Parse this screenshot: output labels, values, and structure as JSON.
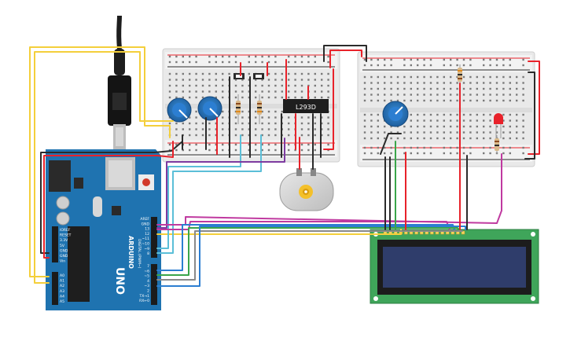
{
  "colors": {
    "arduino": "#1f73b0",
    "breadboard": "#e9e9e9",
    "wire_yellow": "#f4cf3b",
    "wire_black": "#2b2b2b",
    "wire_red": "#e8222a",
    "wire_cyan": "#5bbfd8",
    "wire_magenta": "#c03aa0",
    "wire_blue": "#2c7ed1",
    "wire_green": "#3aa54a",
    "wire_gray": "#8a8a8a",
    "lcd_pcb": "#3fa55a",
    "lcd_screen": "#2f3d6b"
  },
  "arduino": {
    "model": "UNO",
    "brand": "ARDUINO",
    "header_top": [
      "AREF",
      "GND",
      "13",
      "12",
      "~11",
      "~10",
      "~9",
      "8"
    ],
    "header_mid": [
      "7",
      "~6",
      "~5",
      "4",
      "~3",
      "2",
      "TX→1",
      "RX←0"
    ],
    "digital_label": "DIGITAL (PWM~)",
    "power_pins": [
      "IOREF",
      "RESET",
      "3.3V",
      "5V",
      "GND",
      "GND",
      "Vin"
    ],
    "analog_pins": [
      "A0",
      "A1",
      "A2",
      "A3",
      "A4",
      "A5"
    ]
  },
  "driver_ic": {
    "label": "L293D"
  },
  "breadboard_left": {
    "columns": 25
  },
  "breadboard_right": {
    "columns": 25
  }
}
